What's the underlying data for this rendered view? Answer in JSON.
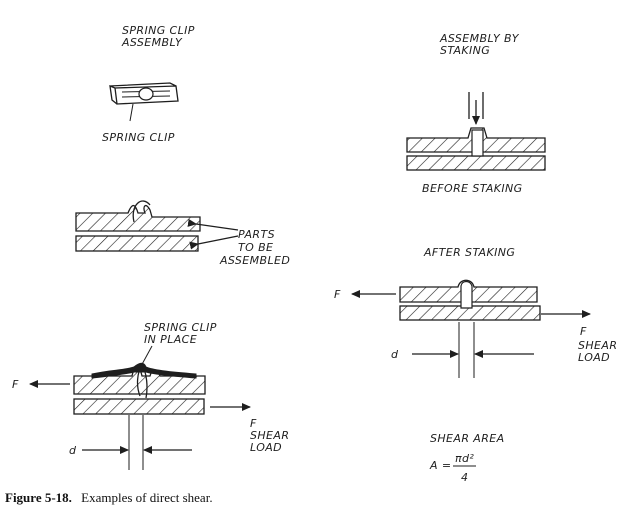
{
  "figure": {
    "caption_number": "Figure 5-18.",
    "caption_text": "Examples of direct shear."
  },
  "left_panel": {
    "title_line1": "SPRING CLIP",
    "title_line2": "ASSEMBLY",
    "clip_label": "SPRING CLIP",
    "parts_label_line1": "PARTS",
    "parts_label_line2": "TO BE",
    "parts_label_line3": "ASSEMBLED",
    "in_place_line1": "SPRING CLIP",
    "in_place_line2": "IN PLACE",
    "force_label": "F",
    "shear_force": "F",
    "shear_line1": "SHEAR",
    "shear_line2": "LOAD",
    "diameter_label": "d"
  },
  "right_panel": {
    "title_line1": "ASSEMBLY BY",
    "title_line2": "STAKING",
    "before_label": "BEFORE STAKING",
    "after_label": "AFTER STAKING",
    "force_label": "F",
    "shear_force": "F",
    "shear_line1": "SHEAR",
    "shear_line2": "LOAD",
    "diameter_label": "d",
    "shear_area_label": "SHEAR AREA",
    "formula_lhs": "A =",
    "formula_num": "πd²",
    "formula_den": "4"
  }
}
